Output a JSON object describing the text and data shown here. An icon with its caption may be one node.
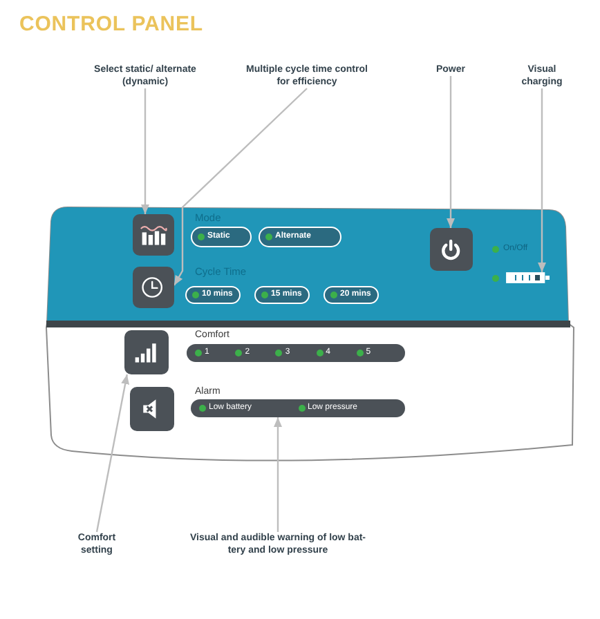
{
  "diagram": {
    "title": "CONTROL PANEL",
    "nodes": [
      {
        "text": [
          "Select static/ alternate (dynamic)"
        ]
      },
      {
        "text": [
          "Multiple cycle time control for efficiency"
        ]
      },
      {
        "text": [
          "Power"
        ]
      },
      {
        "text": [
          "Visual charging"
        ]
      },
      {
        "text": [],
        "shape": "box"
      },
      {
        "text": [],
        "shape": "box",
        "in": 4
      },
      {
        "text": [
          "Static"
        ],
        "in": 4
      },
      {
        "text": [
          "Alternate"
        ],
        "in": 4
      },
      {
        "text": [],
        "shape": "box",
        "in": 4
      },
      {
        "text": [],
        "shape": "box",
        "in": 4
      },
      {
        "text": [
          "10 mins"
        ],
        "in": 4
      },
      {
        "text": [
          "15 mins"
        ],
        "in": 4
      },
      {
        "text": [
          "20 mins"
        ],
        "in": 4
      },
      {
        "text": [],
        "shape": "battery",
        "in": 4
      },
      {
        "text": [],
        "shape": "box",
        "in": 4
      },
      {
        "text": [
          "1",
          "2",
          "3",
          "4",
          "5"
        ],
        "in": 4
      },
      {
        "text": [],
        "shape": "box",
        "in": 4
      },
      {
        "text": [
          "Low battery",
          "Low pressure"
        ],
        "in": 4
      },
      {
        "text": [
          "Comfort setting"
        ]
      },
      {
        "text": [
          "Visual and audible warning of low bat- tery and low pressure"
        ]
      }
    ],
    "edges": [
      {
        "from": 0,
        "to": 5,
        "arrow": "to"
      },
      {
        "from": 1,
        "to": 9,
        "arrow": "to"
      },
      {
        "from": 2,
        "to": 8,
        "arrow": "to"
      },
      {
        "from": 3,
        "to": 13,
        "arrow": "to"
      },
      {
        "from": 18,
        "to": 14,
        "arrow": "to"
      },
      {
        "from": 19,
        "to": 17,
        "arrow": "to"
      }
    ],
    "labels": [
      "Mode",
      "On/Off",
      "Cycle Time",
      "Comfort",
      "Alarm"
    ]
  }
}
